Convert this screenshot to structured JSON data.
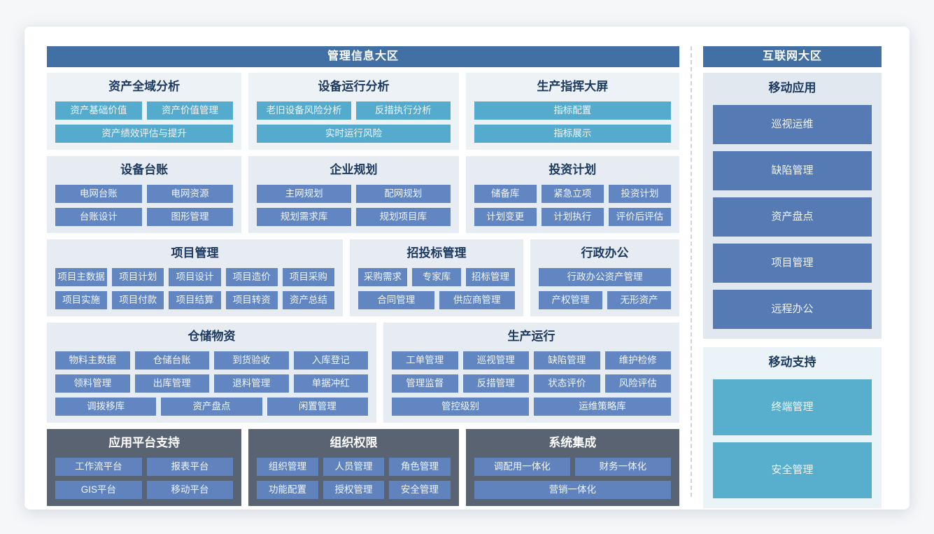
{
  "left_zone": {
    "title": "管理信息大区",
    "rows": [
      {
        "groups": [
          {
            "title": "资产全域分析",
            "style": "teal",
            "button_rows": [
              [
                "资产基础价值",
                "资产价值管理"
              ],
              [
                "资产绩效评估与提升"
              ]
            ]
          },
          {
            "title": "设备运行分析",
            "style": "teal",
            "button_rows": [
              [
                "老旧设备风险分析",
                "反措执行分析"
              ],
              [
                "实时运行风险"
              ]
            ]
          },
          {
            "title": "生产指挥大屏",
            "style": "teal",
            "button_rows": [
              [
                "指标配置"
              ],
              [
                "指标展示"
              ]
            ]
          }
        ]
      },
      {
        "groups": [
          {
            "title": "设备台账",
            "style": "blue",
            "button_rows": [
              [
                "电网台账",
                "电网资源"
              ],
              [
                "台账设计",
                "图形管理"
              ]
            ]
          },
          {
            "title": "企业规划",
            "style": "blue",
            "button_rows": [
              [
                "主网规划",
                "配网规划"
              ],
              [
                "规划需求库",
                "规划项目库"
              ]
            ]
          },
          {
            "title": "投资计划",
            "style": "blue",
            "button_rows": [
              [
                "储备库",
                "紧急立项",
                "投资计划"
              ],
              [
                "计划变更",
                "计划执行",
                "评价后评估"
              ]
            ]
          }
        ]
      },
      {
        "groups": [
          {
            "title": "项目管理",
            "style": "blue",
            "button_rows": [
              [
                "项目主数据",
                "项目计划",
                "项目设计",
                "项目造价",
                "项目采购"
              ],
              [
                "项目实施",
                "项目付款",
                "项目结算",
                "项目转资",
                "资产总结"
              ]
            ]
          },
          {
            "title": "招投标管理",
            "style": "blue",
            "button_rows": [
              [
                "采购需求",
                "专家库",
                "招标管理"
              ],
              [
                "合同管理",
                "供应商管理"
              ]
            ]
          },
          {
            "title": "行政办公",
            "style": "blue",
            "button_rows": [
              [
                "行政办公资产管理"
              ],
              [
                "产权管理",
                "无形资产"
              ]
            ]
          }
        ]
      },
      {
        "groups": [
          {
            "title": "仓储物资",
            "style": "blue",
            "button_rows": [
              [
                "物料主数据",
                "仓储台账",
                "到货验收",
                "入库登记"
              ],
              [
                "领料管理",
                "出库管理",
                "退料管理",
                "单据冲红"
              ],
              [
                "调拨移库",
                "资产盘点",
                "闲置管理"
              ]
            ]
          },
          {
            "title": "生产运行",
            "style": "blue",
            "button_rows": [
              [
                "工单管理",
                "巡视管理",
                "缺陷管理",
                "维护检修"
              ],
              [
                "管理监督",
                "反措管理",
                "状态评价",
                "风险评估"
              ],
              [
                "管控级别",
                "运维策略库"
              ]
            ]
          }
        ]
      },
      {
        "groups": [
          {
            "title": "应用平台支持",
            "style": "dark",
            "button_rows": [
              [
                "工作流平台",
                "报表平台"
              ],
              [
                "GIS平台",
                "移动平台"
              ]
            ]
          },
          {
            "title": "组织权限",
            "style": "dark",
            "button_rows": [
              [
                "组织管理",
                "人员管理",
                "角色管理"
              ],
              [
                "功能配置",
                "授权管理",
                "安全管理"
              ]
            ]
          },
          {
            "title": "系统集成",
            "style": "dark",
            "button_rows": [
              [
                "调配用一体化",
                "财务一体化"
              ],
              [
                "营销一体化"
              ]
            ]
          }
        ]
      }
    ]
  },
  "right_zone": {
    "title": "互联网大区",
    "groups": [
      {
        "title": "移动应用",
        "style": "blue-tall",
        "buttons": [
          "巡视运维",
          "缺陷管理",
          "资产盘点",
          "项目管理",
          "远程办公"
        ]
      },
      {
        "title": "移动支持",
        "style": "teal-tall",
        "buttons": [
          "终端管理",
          "安全管理"
        ]
      }
    ]
  },
  "colors": {
    "zone_header_bg": "#4270a5",
    "button_blue": "#6286c2",
    "button_blue_right": "#567ab4",
    "button_teal": "#55abcd",
    "dark_group_bg": "#596372",
    "dark_group_button": "#6183bd",
    "light_group_bg": "#e7ecf2",
    "teal_group_bg": "#edf2f7",
    "mobile_support_bg": "#e9f3f8",
    "group_title_text": "#1c3a60",
    "button_text": "#f2f6fb"
  }
}
